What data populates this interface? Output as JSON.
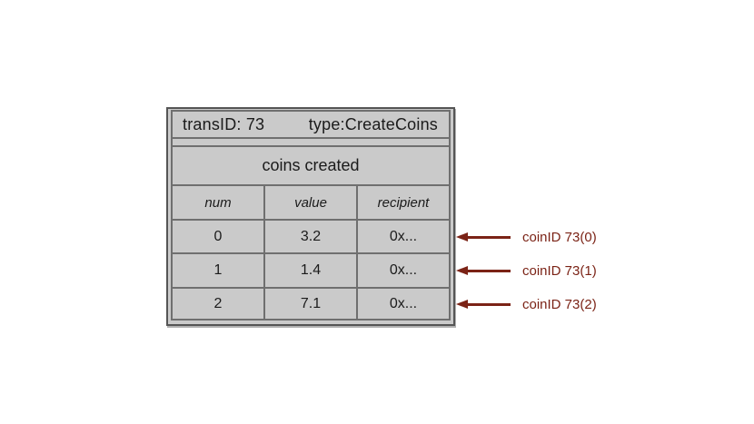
{
  "diagram": {
    "header": {
      "trans_label": "transID: 73",
      "type_label": "type:CreateCoins"
    },
    "section_title": "coins created",
    "table": {
      "columns": [
        "num",
        "value",
        "recipient"
      ],
      "rows": [
        [
          "0",
          "3.2",
          "0x..."
        ],
        [
          "1",
          "1.4",
          "0x..."
        ],
        [
          "2",
          "7.1",
          "0x..."
        ]
      ]
    },
    "annotations": [
      {
        "label": "coinID 73(0)"
      },
      {
        "label": "coinID 73(1)"
      },
      {
        "label": "coinID 73(2)"
      }
    ],
    "colors": {
      "page_background": "#ffffff",
      "panel_fill": "#cacaca",
      "panel_border": "#555555",
      "inner_border": "#6f6f6f",
      "text": "#1b1b1b",
      "arrow": "#7b2316"
    }
  }
}
